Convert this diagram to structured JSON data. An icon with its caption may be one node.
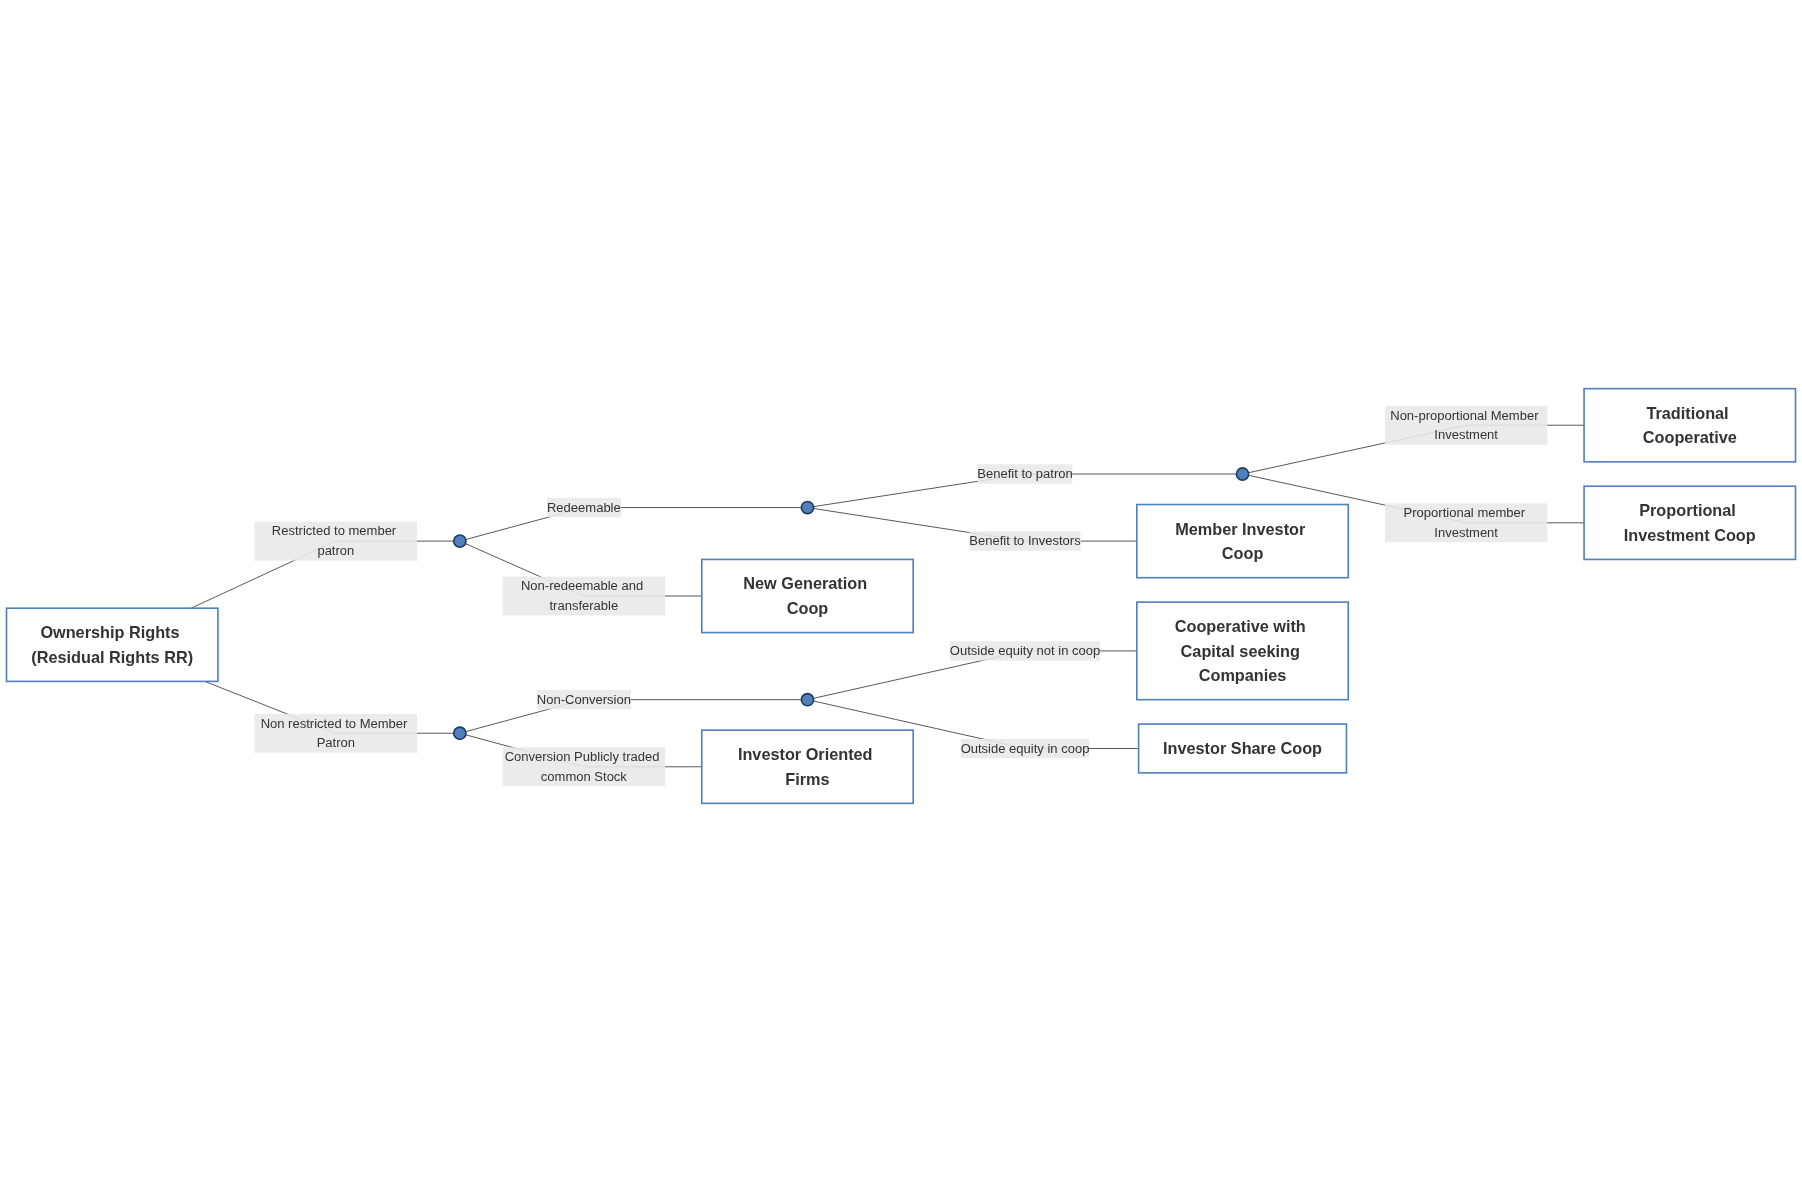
{
  "diagram": {
    "nodes": [
      {
        "text": [
          "Ownership Rights (Residual Rights RR)"
        ]
      },
      {
        "text": [],
        "shape": "star"
      },
      {
        "text": [],
        "shape": "star"
      },
      {
        "text": [],
        "shape": "star"
      },
      {
        "text": [
          "Traditional Cooperative"
        ]
      },
      {
        "text": [
          "Proportional Investment Coop"
        ]
      },
      {
        "text": [
          "Member Investor Coop"
        ]
      },
      {
        "text": [
          "New Generation Coop"
        ]
      },
      {
        "text": [],
        "shape": "star"
      },
      {
        "text": [],
        "shape": "star"
      },
      {
        "text": [
          "Cooperative with Capital seeking Companies"
        ]
      },
      {
        "text": [
          "Investor Share Coop"
        ]
      },
      {
        "text": [
          "Investor Oriented Firms"
        ]
      }
    ],
    "edges": [
      {
        "from": 0,
        "to": 1,
        "arrow": "none",
        "label": "Restricted to member patron"
      },
      {
        "from": 1,
        "to": 2,
        "arrow": "none",
        "label": "Redeemable"
      },
      {
        "from": 2,
        "to": 3,
        "arrow": "none",
        "label": "Benefit to patron"
      },
      {
        "from": 3,
        "to": 4,
        "arrow": "none",
        "label": "Non-proportional Member Investment"
      },
      {
        "from": 3,
        "to": 5,
        "arrow": "none",
        "label": "Proportional member Investment"
      },
      {
        "from": 2,
        "to": 6,
        "arrow": "none",
        "label": "Benefit to Investors"
      },
      {
        "from": 1,
        "to": 7,
        "arrow": "none",
        "label": "Non-redeemable and transferable"
      },
      {
        "from": 0,
        "to": 8,
        "arrow": "none",
        "label": "Non restricted to Member Patron"
      },
      {
        "from": 8,
        "to": 9,
        "arrow": "none",
        "label": "Non-Conversion"
      },
      {
        "from": 9,
        "to": 10,
        "arrow": "none",
        "label": "Outside equity not in coop"
      },
      {
        "from": 9,
        "to": 11,
        "arrow": "none",
        "label": "Outside equity in coop"
      },
      {
        "from": 8,
        "to": 12,
        "arrow": "none",
        "label": "Conversion Publicly traded common Stock"
      }
    ]
  }
}
